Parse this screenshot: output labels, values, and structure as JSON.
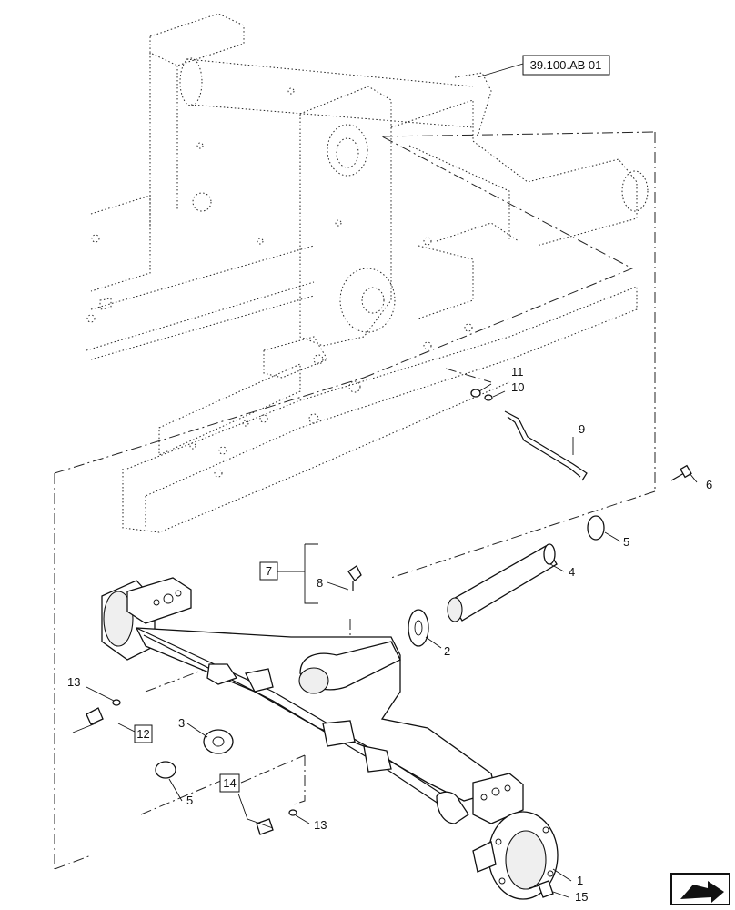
{
  "reference_label": "39.100.AB 01",
  "callouts": {
    "c1": "1",
    "c2": "2",
    "c3": "3",
    "c4": "4",
    "c5a": "5",
    "c5b": "5",
    "c6": "6",
    "c7": "7",
    "c8": "8",
    "c9": "9",
    "c10": "10",
    "c11": "11",
    "c12": "12",
    "c13a": "13",
    "c13b": "13",
    "c14": "14",
    "c15": "15"
  },
  "nav_icon": "next-page-arrow-icon"
}
